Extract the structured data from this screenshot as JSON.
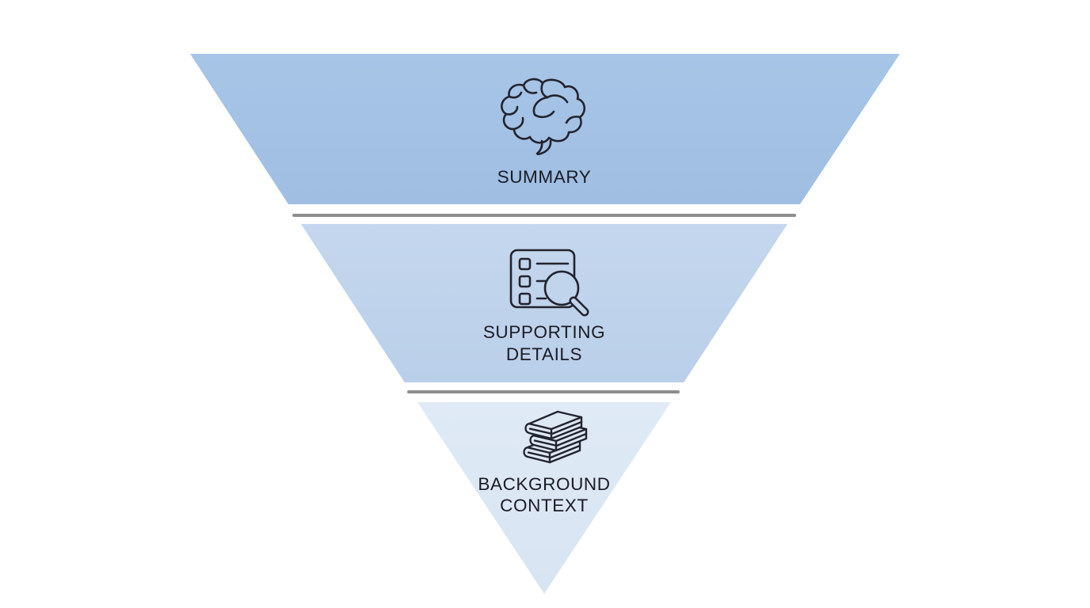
{
  "diagram": {
    "type": "inverted-pyramid-funnel",
    "background_color": "#ffffff",
    "divider_color": "#8d8d8d",
    "text_color": "#1b1b24",
    "icon_stroke_color": "#23232e",
    "tiers": [
      {
        "label": "SUMMARY",
        "lines": [
          "SUMMARY"
        ],
        "icon": "brain-icon",
        "color": "#a3c2e4"
      },
      {
        "label": "SUPPORTING DETAILS",
        "lines": [
          "SUPPORTING",
          "DETAILS"
        ],
        "icon": "checklist-search-icon",
        "color": "#c0d4ec"
      },
      {
        "label": "BACKGROUND CONTEXT",
        "lines": [
          "BACKGROUND",
          "CONTEXT"
        ],
        "icon": "books-stack-icon",
        "color": "#dce8f4"
      }
    ]
  }
}
